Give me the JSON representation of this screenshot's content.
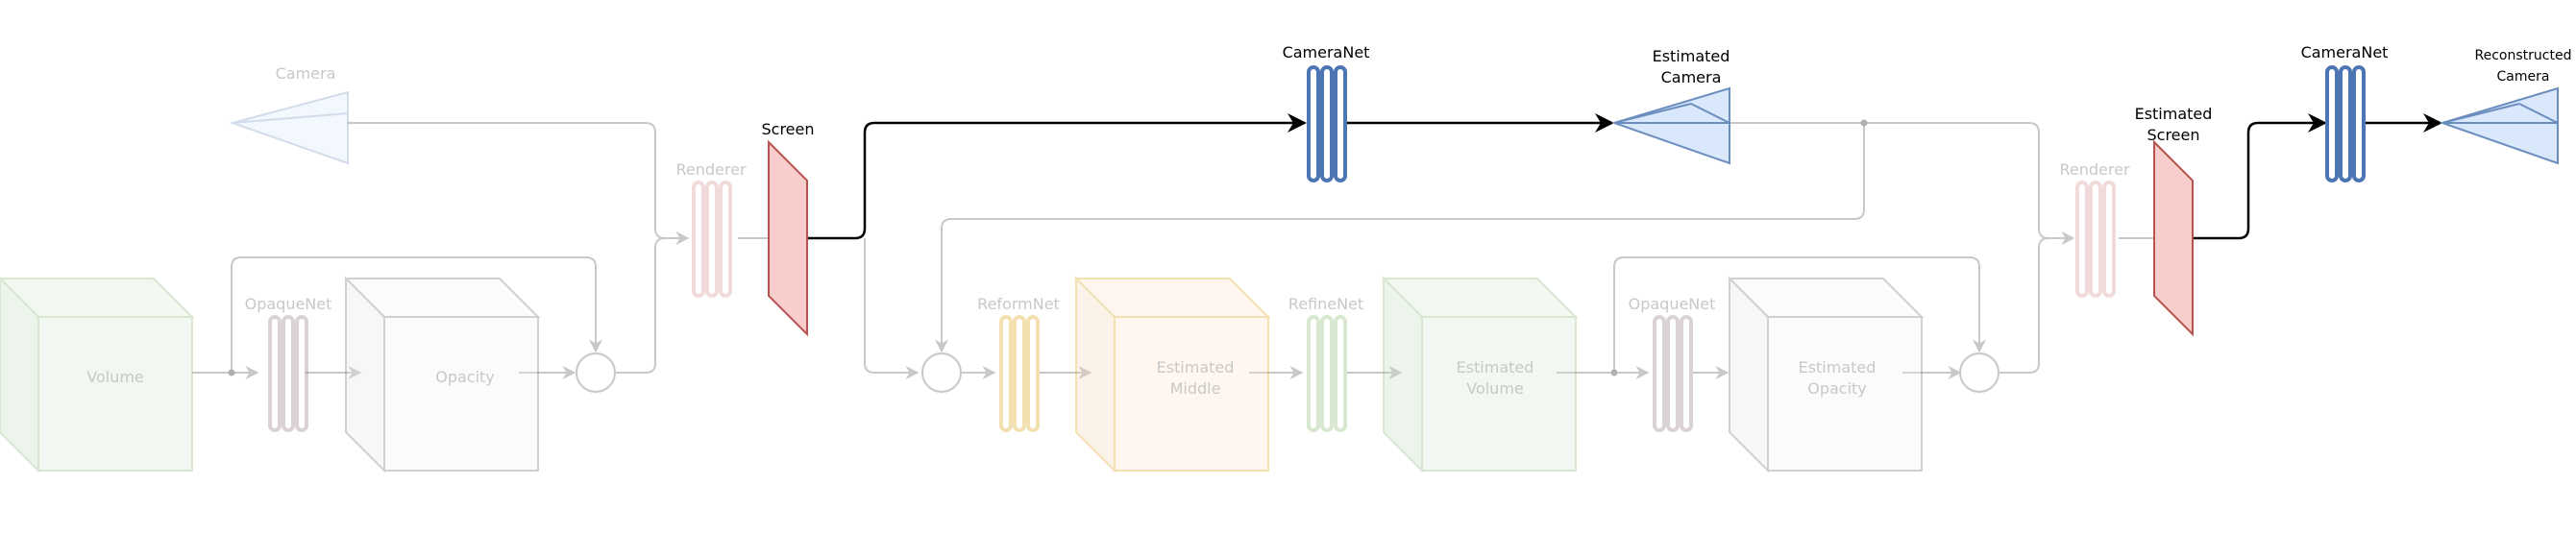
{
  "diagram": {
    "labels": {
      "camera": "Camera",
      "volume": "Volume",
      "opaquenet_1": "OpaqueNet",
      "opacity": "Opacity",
      "renderer_1": "Renderer",
      "screen": "Screen",
      "cameranet_1": "CameraNet",
      "estimated_camera_l1": "Estimated",
      "estimated_camera_l2": "Camera",
      "reformnet": "ReformNet",
      "estimated_middle_l1": "Estimated",
      "estimated_middle_l2": "Middle",
      "refinenet": "RefineNet",
      "estimated_volume_l1": "Estimated",
      "estimated_volume_l2": "Volume",
      "opaquenet_2": "OpaqueNet",
      "estimated_opacity_l1": "Estimated",
      "estimated_opacity_l2": "Opacity",
      "renderer_2": "Renderer",
      "estimated_screen_l1": "Estimated",
      "estimated_screen_l2": "Screen",
      "cameranet_2": "CameraNet",
      "reconstructed_camera_l1": "Reconstructed",
      "reconstructed_camera_l2": "Camera"
    },
    "colors": {
      "net_blue_fill": "#6C8EBF",
      "net_blue_stroke": "#3B67A8",
      "camera_fill": "#DAE8FC",
      "camera_stroke": "#6C8EBF",
      "screen_fill": "#F8CECC",
      "screen_stroke": "#B85450",
      "volume_fill": "#D5E8D4",
      "volume_stroke": "#82B366",
      "middle_fill": "#FFE6CC",
      "middle_stroke": "#D79B00",
      "opacity_fill": "#F5F5F5",
      "opacity_stroke": "#666666",
      "opaquenet_color": "#B3A0A0",
      "renderer_color": "#E8B0AE",
      "reformnet_color": "#E8C088",
      "refinenet_color": "#A8D8A0",
      "faded_line": "#C8C8C8",
      "active_line": "#000000"
    }
  }
}
